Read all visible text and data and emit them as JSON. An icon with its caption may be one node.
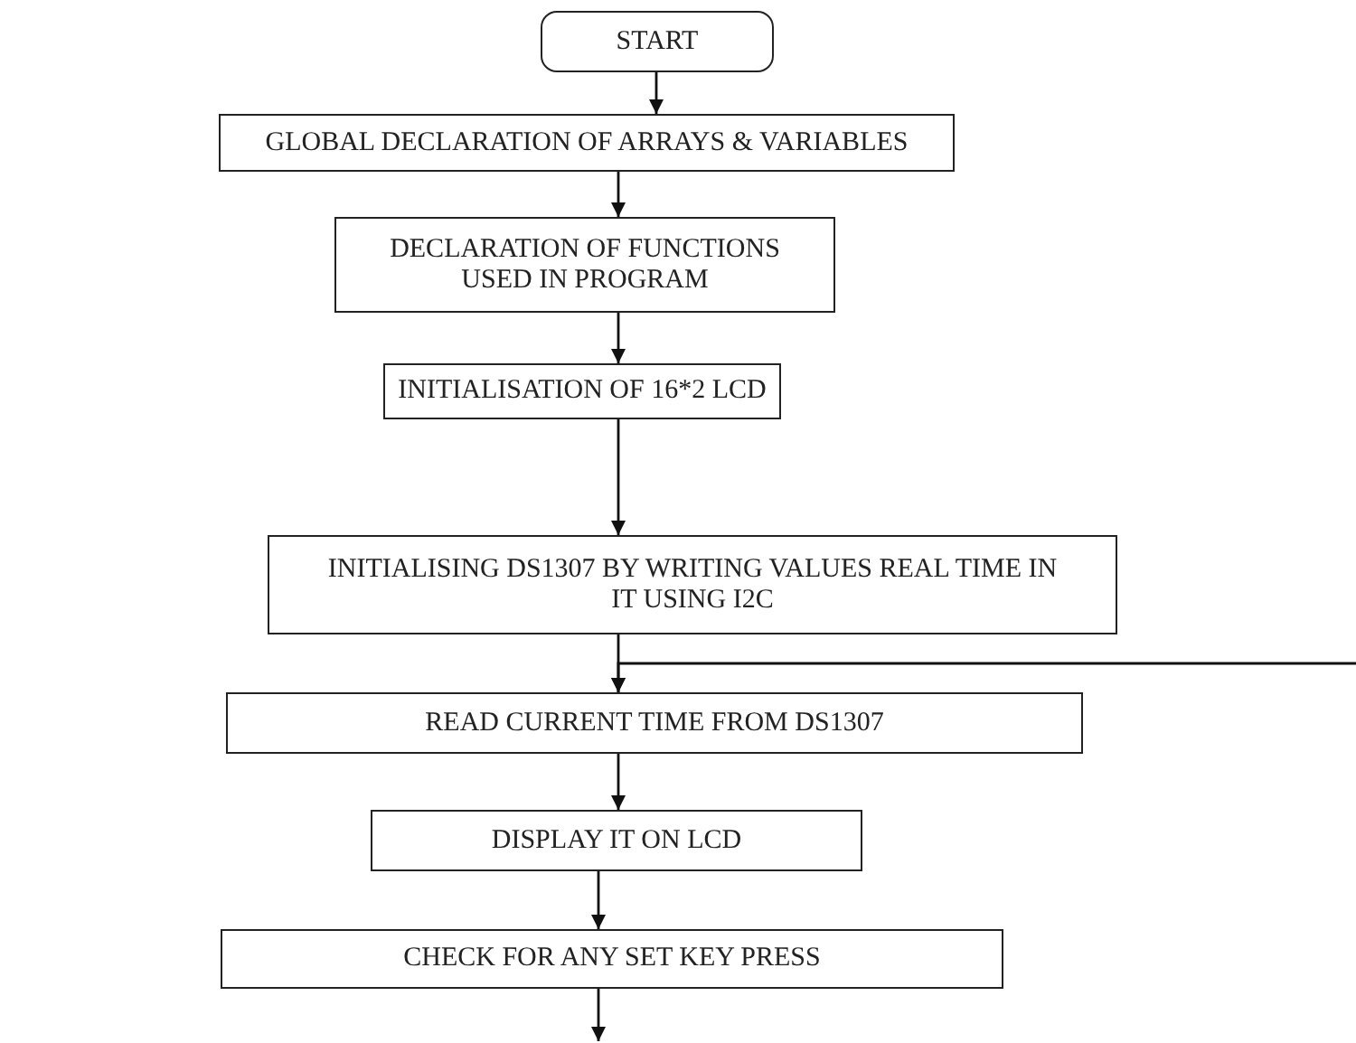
{
  "diagram": {
    "nodes": [
      {
        "text": [
          "START"
        ]
      },
      {
        "text": [
          "GLOBAL DECLARATION OF ARRAYS & VARIABLES"
        ]
      },
      {
        "text": [
          "DECLARATION OF FUNCTIONS USED IN PROGRAM"
        ]
      },
      {
        "text": [
          "INITIALISATION OF 16*2 LCD"
        ]
      },
      {
        "text": [
          "INITIALISING DS1307 BY WRITING VALUES REAL TIME IN IT USING I2C"
        ]
      },
      {
        "text": [
          "READ CURRENT TIME FROM DS1307"
        ]
      },
      {
        "text": [
          "DISPLAY IT ON LCD"
        ]
      },
      {
        "text": [
          "CHECK FOR ANY SET KEY PRESS"
        ]
      }
    ],
    "edges": [
      {
        "from": 0,
        "to": 1,
        "arrow": "to"
      },
      {
        "from": 1,
        "to": 2,
        "arrow": "to"
      },
      {
        "from": 2,
        "to": 3,
        "arrow": "to"
      },
      {
        "from": 3,
        "to": 4,
        "arrow": "to"
      },
      {
        "from": 4,
        "to": 5,
        "arrow": "to"
      },
      {
        "from": null,
        "to": 5,
        "arrow": "to"
      },
      {
        "from": 5,
        "to": 6,
        "arrow": "to"
      },
      {
        "from": 6,
        "to": 7,
        "arrow": "to"
      },
      {
        "from": 7,
        "to": null,
        "arrow": "to"
      }
    ]
  }
}
